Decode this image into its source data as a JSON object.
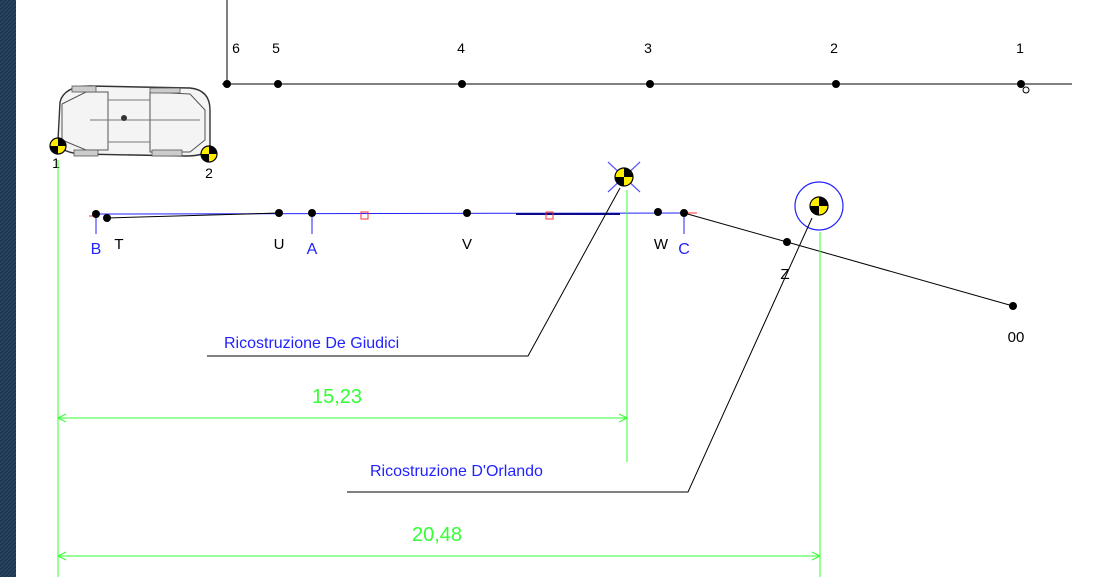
{
  "colors": {
    "frame": "#1b2a3a",
    "paper": "#ffffff",
    "ink": "#000000",
    "blue": "#2222ff",
    "green": "#33ff33",
    "red": "#ff3333",
    "marker": "#ffee00"
  },
  "top_scale": {
    "labels": [
      "6",
      "5",
      "4",
      "3",
      "2",
      "1"
    ]
  },
  "vehicle": {
    "icon": "car-icon",
    "points": [
      "1",
      "2"
    ]
  },
  "trajectory": {
    "points": [
      "B",
      "T",
      "U",
      "A",
      "V",
      "W",
      "C",
      "Z",
      "00"
    ]
  },
  "reconstructions": {
    "de_giudici": "Ricostruzione De Giudici",
    "d_orlando": "Ricostruzione D'Orlando"
  },
  "dimensions": {
    "de_giudici": "15,23",
    "d_orlando": "20,48"
  }
}
